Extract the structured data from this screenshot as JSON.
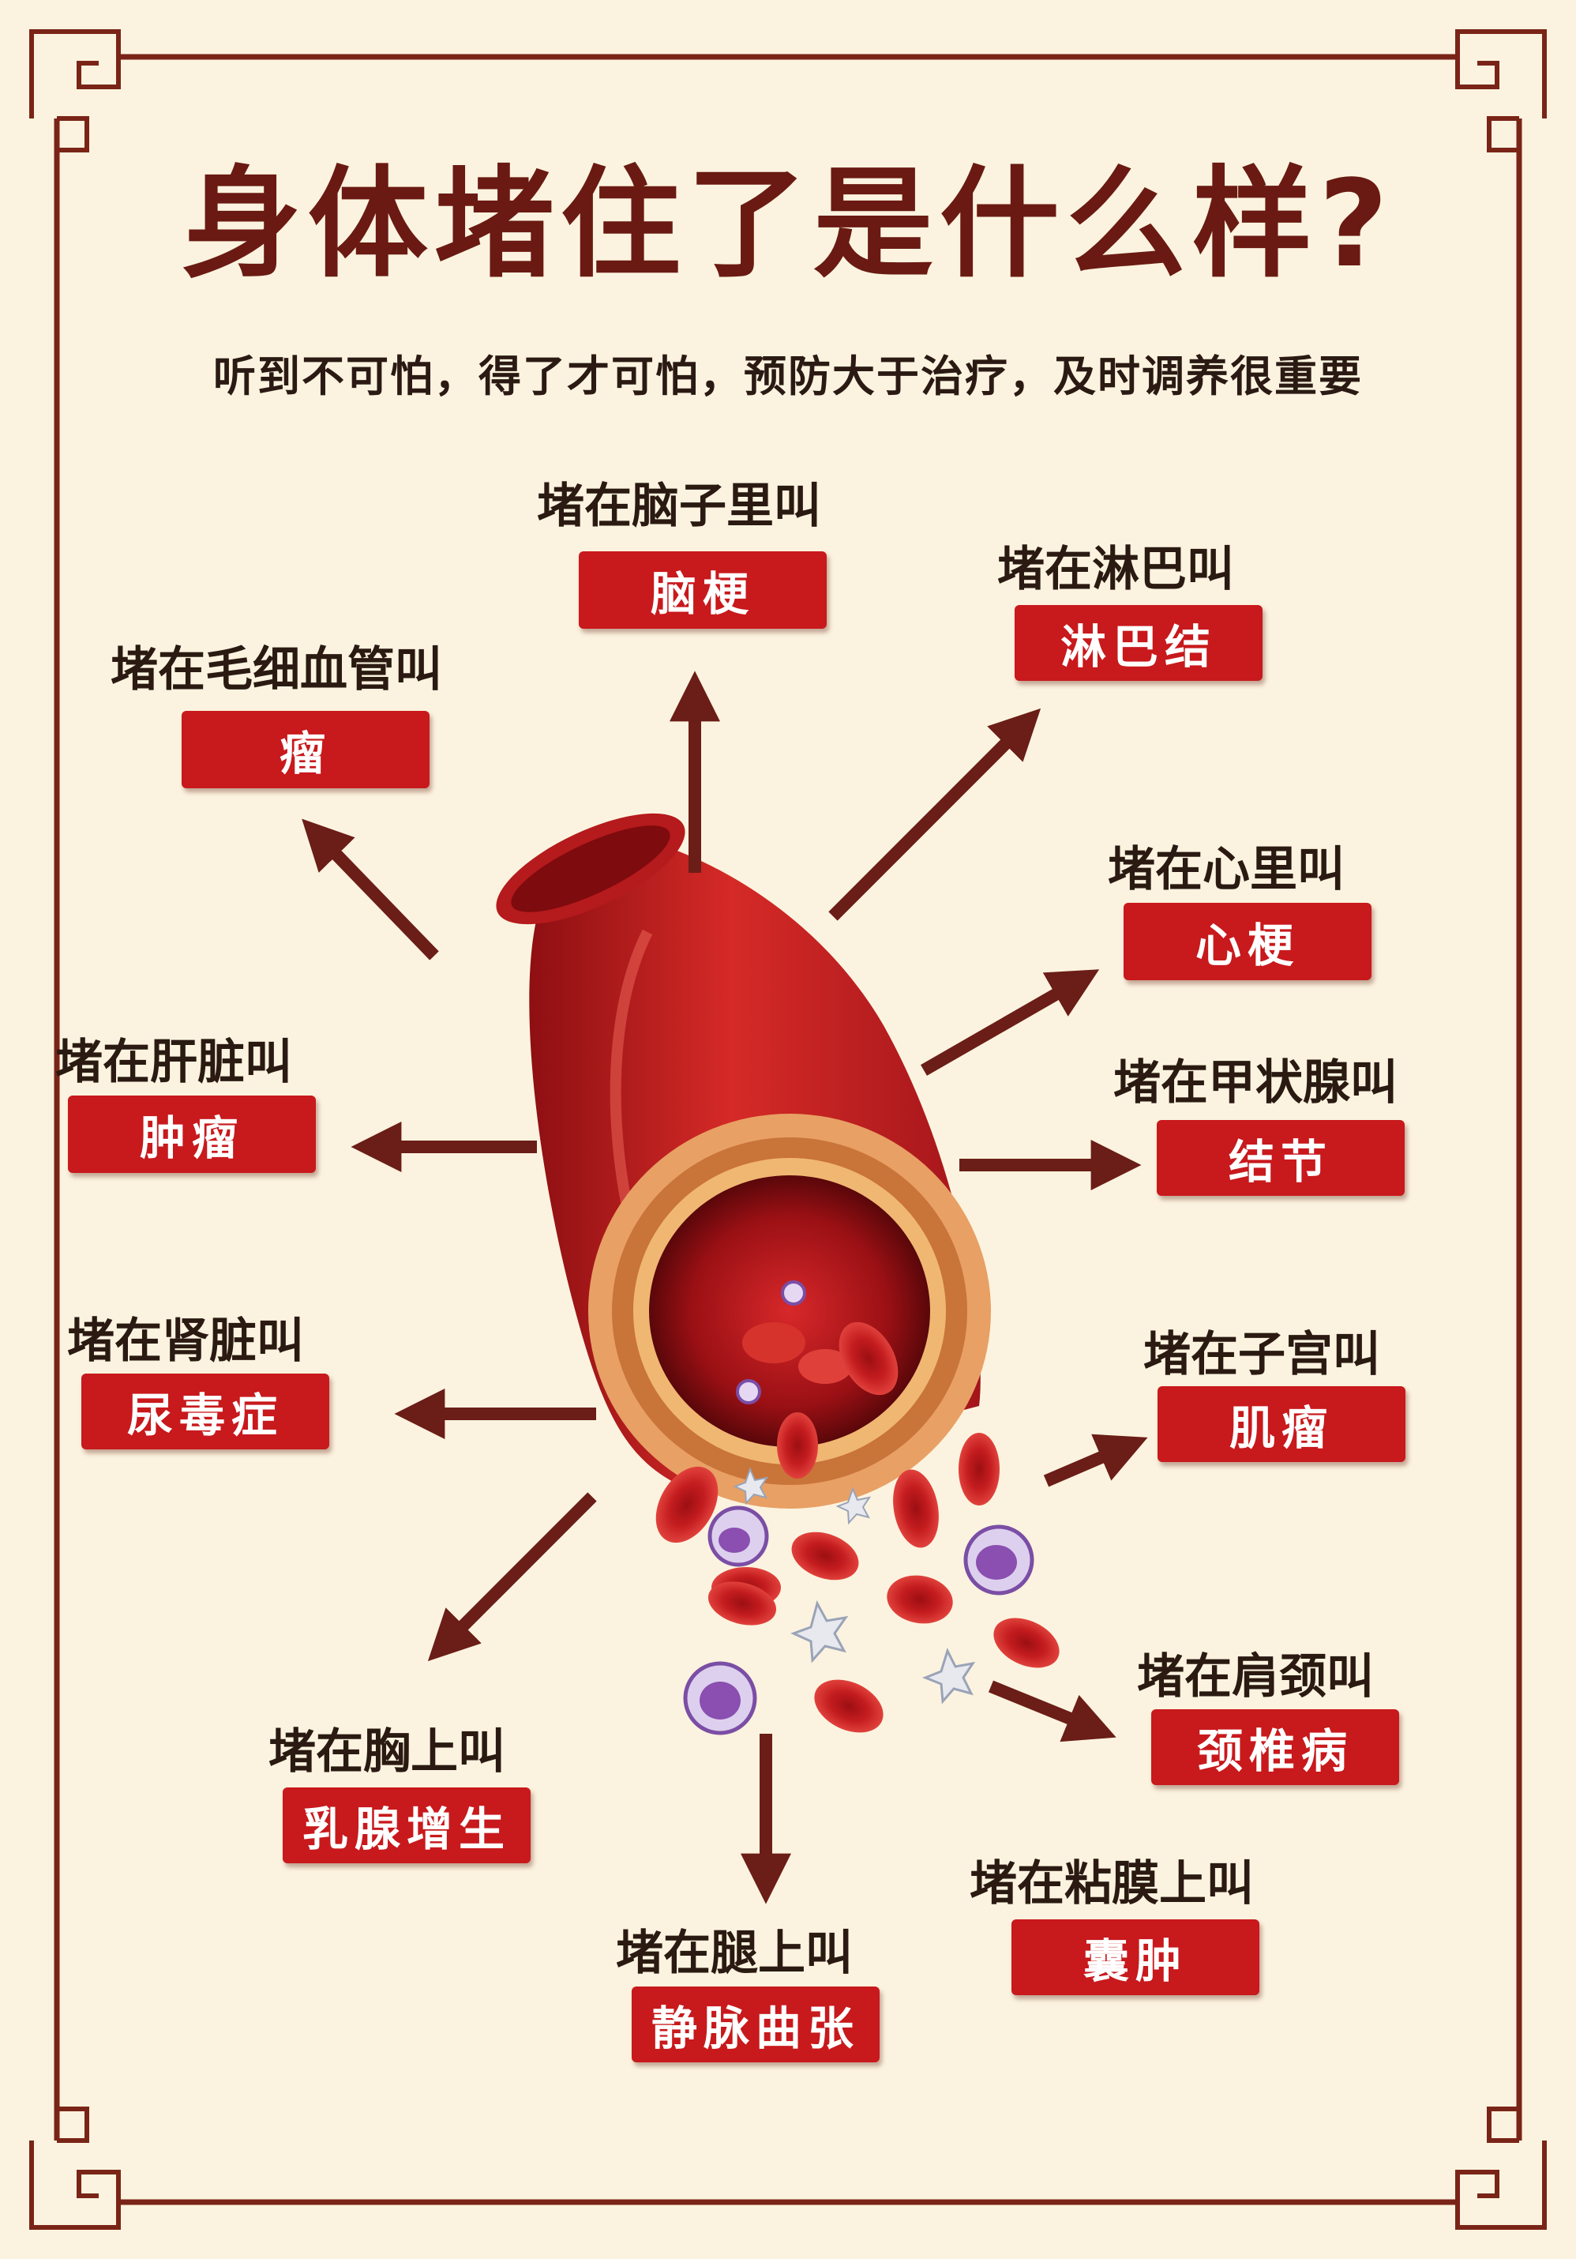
{
  "title": "身体堵住了是什么样?",
  "subtitle": "听到不可怕，得了才可怕，预防大于治疗，及时调养很重要",
  "colors": {
    "background": "#fbf3df",
    "label_box": "#c8191c",
    "arrow": "#6b1d17",
    "title": "#6a1a12",
    "vessel": "#c51a1a"
  },
  "items": [
    {
      "id": "brain",
      "caption": "堵在脑子里叫",
      "label": "脑梗"
    },
    {
      "id": "lymph",
      "caption": "堵在淋巴叫",
      "label": "淋巴结"
    },
    {
      "id": "capillary",
      "caption": "堵在毛细血管叫",
      "label": "瘤"
    },
    {
      "id": "heart",
      "caption": "堵在心里叫",
      "label": "心梗"
    },
    {
      "id": "liver",
      "caption": "堵在肝脏叫",
      "label": "肿瘤"
    },
    {
      "id": "thyroid",
      "caption": "堵在甲状腺叫",
      "label": "结节"
    },
    {
      "id": "kidney",
      "caption": "堵在肾脏叫",
      "label": "尿毒症"
    },
    {
      "id": "uterus",
      "caption": "堵在子宫叫",
      "label": "肌瘤"
    },
    {
      "id": "chest",
      "caption": "堵在胸上叫",
      "label": "乳腺增生"
    },
    {
      "id": "neck",
      "caption": "堵在肩颈叫",
      "label": "颈椎病"
    },
    {
      "id": "leg",
      "caption": "堵在腿上叫",
      "label": "静脉曲张"
    },
    {
      "id": "mucosa",
      "caption": "堵在粘膜上叫",
      "label": "囊肿"
    }
  ]
}
